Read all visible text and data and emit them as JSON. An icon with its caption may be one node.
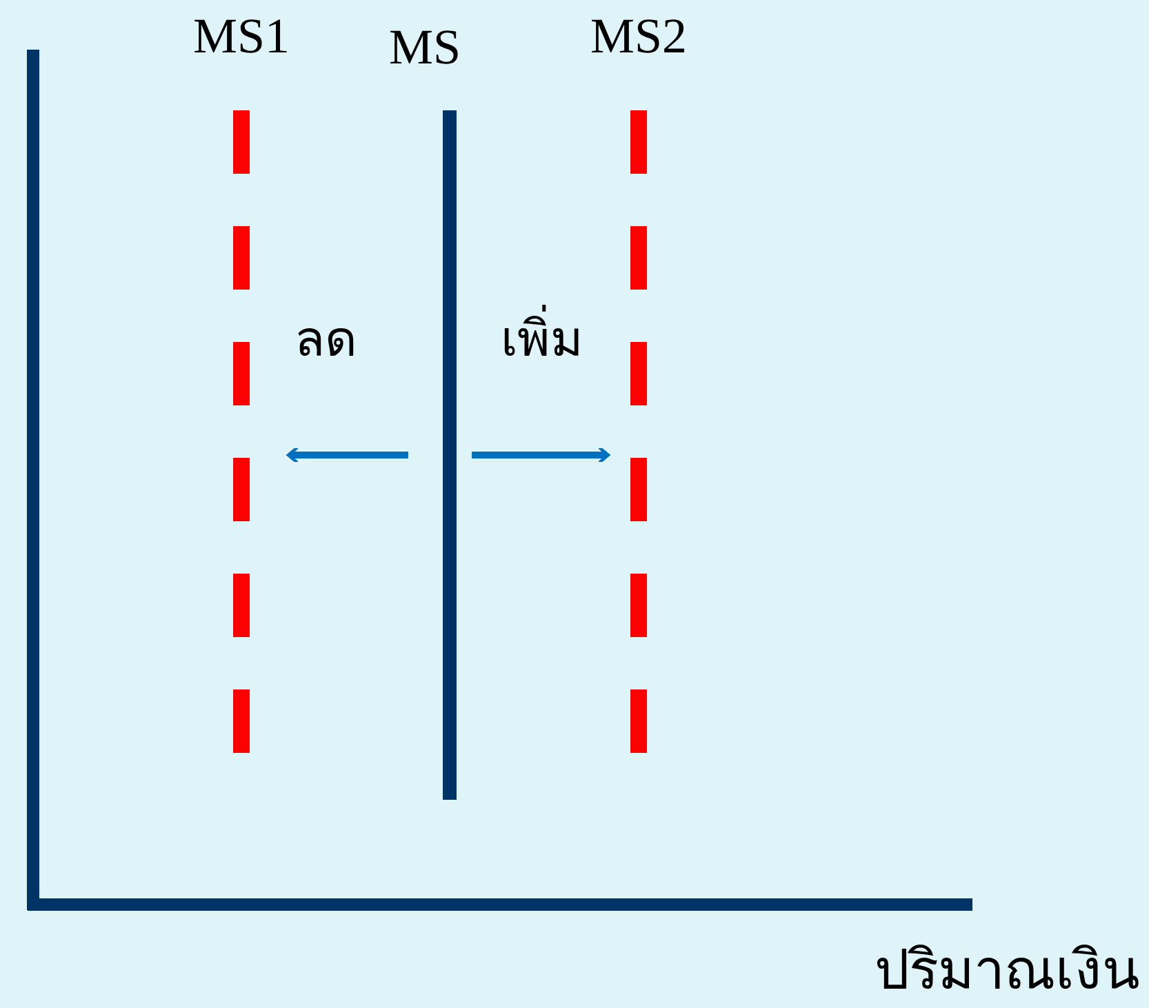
{
  "diagram": {
    "labels": [
      "MS1",
      "MS",
      "MS2",
      "ลด",
      "เพิ่ม",
      "ปริมาณเงิน"
    ]
  }
}
